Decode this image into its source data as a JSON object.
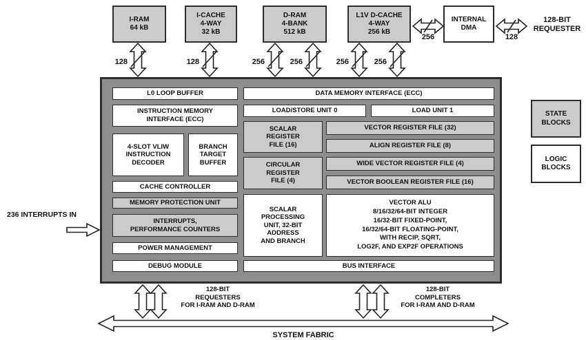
{
  "top_row": {
    "iram": "I-RAM\n64 kB",
    "icache": "I-CACHE\n4-WAY\n32 kB",
    "dram": "D-RAM\n4-BANK\n512 kB",
    "l1v_dcache": "L1V D-CACHE\n4-WAY\n256 kB",
    "internal_dma": "INTERNAL\nDMA",
    "requester_label": "128-BIT\nREQUESTER",
    "dma_left_bus": "256",
    "dma_right_bus": "128"
  },
  "bus_widths": {
    "iram": "128",
    "icache": "128",
    "dram_a": "256",
    "dram_b": "256",
    "l1v_a": "256",
    "l1v_b": "256"
  },
  "core": {
    "l0_loop_buffer": "L0 LOOP BUFFER",
    "instruction_memory_interface": "INSTRUCTION MEMORY\nINTERFACE (ECC)",
    "vliw_decoder": "4-SLOT VLIW\nINSTRUCTION\nDECODER",
    "branch_target_buffer": "BRANCH\nTARGET\nBUFFER",
    "cache_controller": "CACHE CONTROLLER",
    "memory_protection_unit": "MEMORY PROTECTION UNIT",
    "interrupts_performance_counters": "INTERRUPTS,\nPERFORMANCE COUNTERS",
    "power_management": "POWER MANAGEMENT",
    "debug_module": "DEBUG MODULE",
    "data_memory_interface": "DATA MEMORY INTERFACE (ECC)",
    "load_store_unit_0": "LOAD/STORE UNIT 0",
    "load_unit_1": "LOAD UNIT 1",
    "scalar_register_file": "SCALAR\nREGISTER\nFILE (16)",
    "vector_register_file": "VECTOR REGISTER FILE (32)",
    "align_register_file": "ALIGN REGISTER FILE (8)",
    "circular_register_file": "CIRCULAR\nREGISTER\nFILE (4)",
    "wide_vector_register_file": "WIDE VECTOR REGISTER FILE (4)",
    "vector_boolean_register_file": "VECTOR BOOLEAN REGISTER FILE (16)",
    "scalar_processing_unit": "SCALAR\nPROCESSING\nUNIT, 32-BIT\nADDRESS\nAND BRANCH",
    "vector_alu": "VECTOR ALU\n8/16/32/64-BIT INTEGER\n16/32-BIT FIXED-POINT,\n16/32/64-BIT FLOATING-POINT,\nWITH RECIP, SQRT,\nLOG2F, AND EXP2F OPERATIONS",
    "bus_interface": "BUS INTERFACE"
  },
  "legend": {
    "state_blocks": "STATE\nBLOCKS",
    "logic_blocks": "LOGIC\nBLOCKS"
  },
  "interrupts_label": "236 INTERRUPTS IN",
  "bottom": {
    "requesters": "128-BIT\nREQUESTERS\nFOR I-RAM AND D-RAM",
    "completers": "128-BIT\nCOMPLETERS\nFOR I-RAM AND D-RAM",
    "system_fabric": "SYSTEM FABRIC"
  },
  "colors": {
    "state_block_fill": "#cbcbcb",
    "logic_block_fill": "#ffffff",
    "core_fill": "#8d8d8d",
    "border": "#2d2d2d"
  }
}
